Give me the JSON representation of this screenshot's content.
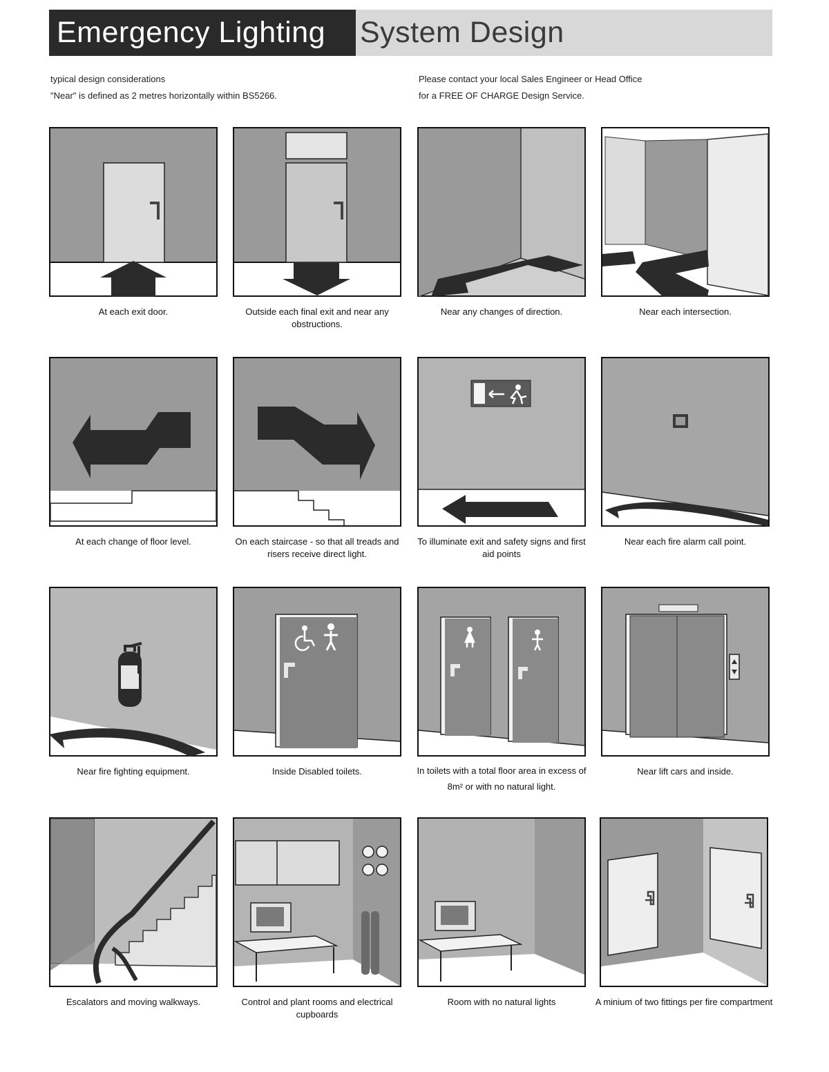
{
  "header": {
    "title_dark": "Emergency Lighting",
    "title_light": "System Design"
  },
  "intro": {
    "left_line1": "typical design considerations",
    "left_line2": "\"Near\" is defined as 2 metres horizontally within BS5266.",
    "right_line1": "Please contact your local Sales Engineer or Head Office",
    "right_line2": "for a FREE OF CHARGE Design Service."
  },
  "panels": [
    {
      "caption": "At each exit door.",
      "icon": "exit-door-icon"
    },
    {
      "caption": "Outside each final exit and near any obstructions.",
      "icon": "final-exit-icon"
    },
    {
      "caption": "Near any changes of direction.",
      "icon": "change-direction-icon"
    },
    {
      "caption": "Near each intersection.",
      "icon": "intersection-icon"
    },
    {
      "caption": "At each change of floor level.",
      "icon": "floor-level-change-icon"
    },
    {
      "caption": "On each staircase - so that all treads and risers receive direct light.",
      "icon": "staircase-icon"
    },
    {
      "caption": "To illuminate exit and safety signs and first aid points",
      "icon": "exit-sign-icon"
    },
    {
      "caption": "Near each fire alarm call point.",
      "icon": "fire-alarm-call-point-icon"
    },
    {
      "caption": "Near fire fighting equipment.",
      "icon": "fire-extinguisher-icon"
    },
    {
      "caption": "Inside Disabled toilets.",
      "icon": "disabled-toilet-icon"
    },
    {
      "caption": "In toilets with a total floor area in excess of 8m² or with no natural light.",
      "icon": "toilets-icon"
    },
    {
      "caption": "Near lift cars and inside.",
      "icon": "lift-icon"
    },
    {
      "caption": "Escalators and moving walkways.",
      "icon": "escalator-icon"
    },
    {
      "caption": "Control and plant rooms and electrical cupboards",
      "icon": "control-room-icon"
    },
    {
      "caption": "Room with no natural lights",
      "icon": "room-no-natural-light-icon"
    },
    {
      "caption": "A minium of two fittings per fire compartment",
      "icon": "fire-compartment-icon"
    }
  ]
}
